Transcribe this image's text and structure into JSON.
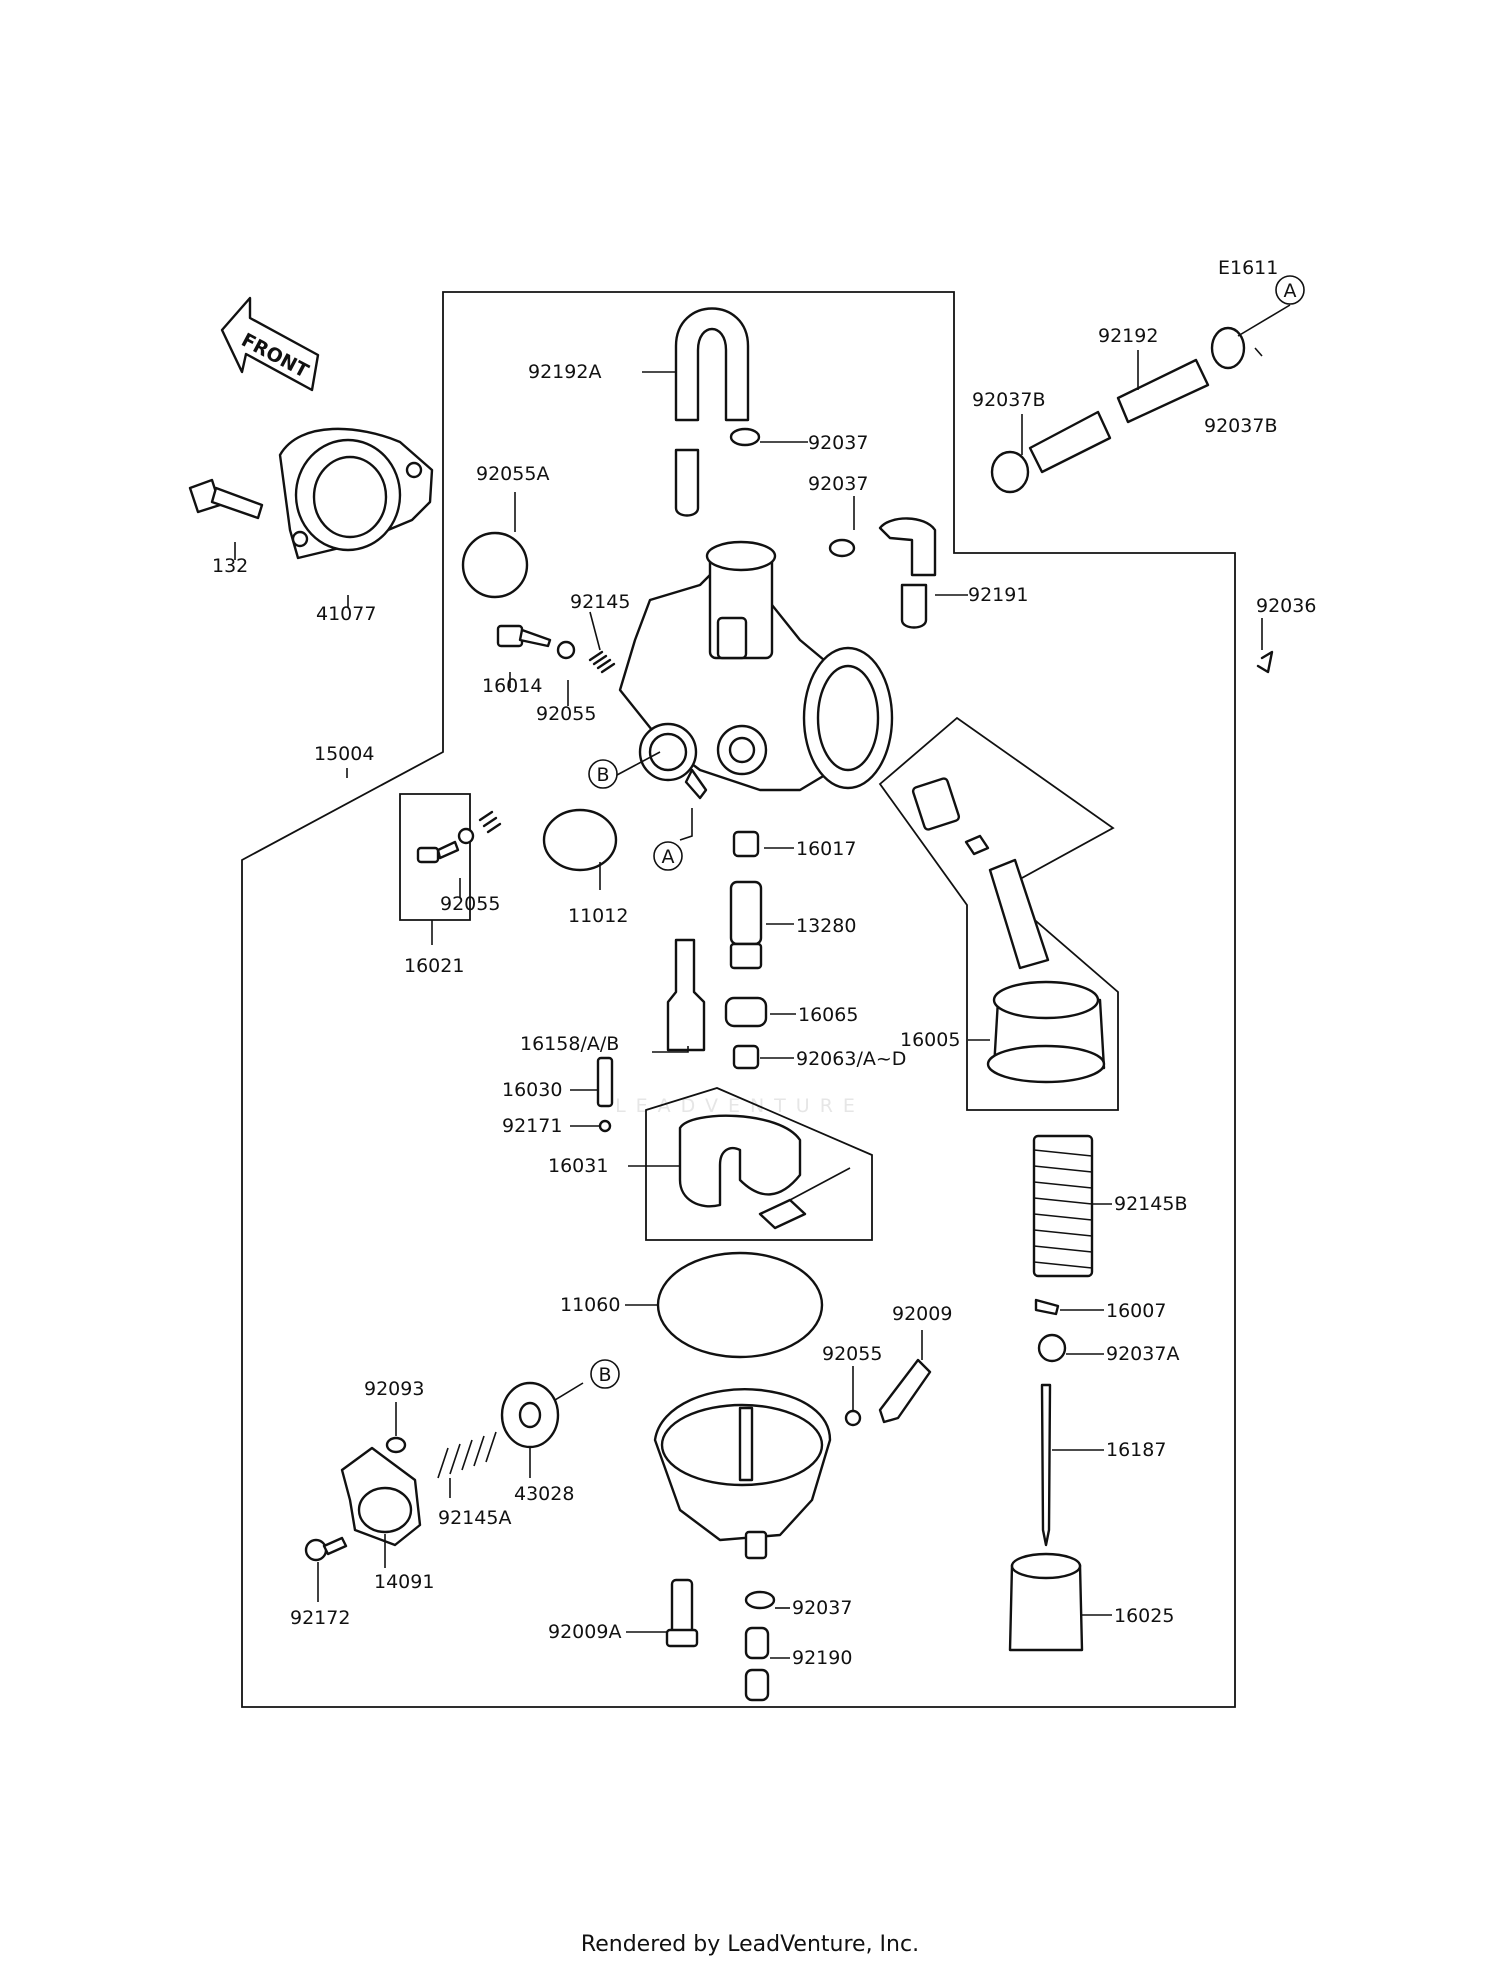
{
  "diagram": {
    "code": "E1611",
    "front_label": "FRONT",
    "watermark": "LEADVENTURE",
    "ref_a": "A",
    "ref_b": "B",
    "parts": [
      "92192A",
      "92037",
      "92037",
      "92191",
      "92192",
      "92037B",
      "92037B",
      "92055A",
      "132",
      "41077",
      "92145",
      "16014",
      "92055",
      "15004",
      "92055",
      "16021",
      "11012",
      "16017",
      "13280",
      "16158/A/B",
      "16065",
      "92063/A~D",
      "16005",
      "92036",
      "16030",
      "92171",
      "16031",
      "92145B",
      "16007",
      "92037A",
      "16187",
      "16025",
      "11060",
      "92009",
      "92055",
      "92093",
      "43028",
      "92145A",
      "14091",
      "92172",
      "92037",
      "92009A",
      "92190"
    ]
  },
  "footer": {
    "text": "Rendered by LeadVenture, Inc."
  }
}
